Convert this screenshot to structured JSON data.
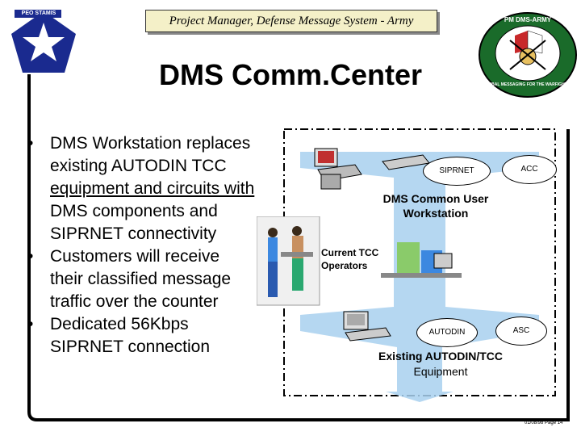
{
  "header": {
    "title": "Project Manager, Defense Message System - Army"
  },
  "logo_left": {
    "text": "PEO STAMIS",
    "icon": "star-pentagon-logo"
  },
  "logo_right": {
    "text_top": "PM DMS-ARMY",
    "text_bottom": "GLOBAL MESSAGING FOR THE WARFIGHTER",
    "icon": "circular-seal-logo"
  },
  "slide": {
    "title": "DMS Comm.Center"
  },
  "bullets": [
    {
      "lines": [
        "DMS Workstation replaces",
        "existing AUTODIN TCC",
        "equipment and circuits with",
        "DMS components and",
        "SIPRNET connectivity"
      ]
    },
    {
      "lines": [
        "Customers will receive",
        "their classified message",
        "traffic over the counter"
      ]
    },
    {
      "lines": [
        "Dedicated 56Kbps",
        "SIPRNET connection"
      ]
    }
  ],
  "diagram": {
    "siprnet": "SIPRNET",
    "acc": "ACC",
    "workstation_label_1": "DMS Common User",
    "workstation_label_2": "Workstation",
    "operators_1": "Current TCC",
    "operators_2": "Operators",
    "autodin": "AUTODIN",
    "asc": "ASC",
    "existing_1": "Existing AUTODIN/TCC",
    "existing_2": "Equipment"
  },
  "footer": {
    "text": "01/08/98 Page 14"
  },
  "colors": {
    "frame": "#000000",
    "header_fill": "#f4f0c8",
    "arrow": "#a8d0ee",
    "logo_left": "#1a2a8f",
    "logo_right": "#1a6b2a"
  }
}
